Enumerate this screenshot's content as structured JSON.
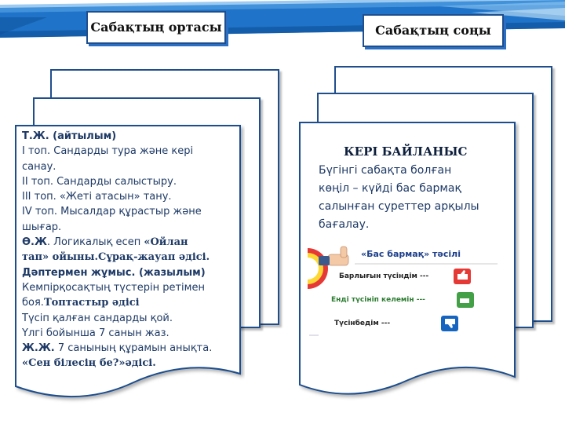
{
  "header": {
    "left_tab": "Сабақтың ортасы",
    "right_tab": "Сабақтың соңы"
  },
  "left_card": {
    "lines": [
      {
        "parts": [
          {
            "t": "Т.Ж. (айтылым)",
            "b": true
          }
        ]
      },
      {
        "parts": [
          {
            "t": "І топ. Сандарды тура және кері"
          }
        ]
      },
      {
        "parts": [
          {
            "t": "санау."
          }
        ]
      },
      {
        "parts": [
          {
            "t": "ІІ топ. Сандарды салыстыру."
          }
        ]
      },
      {
        "parts": [
          {
            "t": "ІІІ топ. «Жеті атасын» тану."
          }
        ]
      },
      {
        "parts": [
          {
            "t": "ІV топ. Мысалдар құрастыр және"
          }
        ]
      },
      {
        "parts": [
          {
            "t": "шығар."
          }
        ]
      },
      {
        "parts": [
          {
            "t": "Ө.Ж",
            "b": true
          },
          {
            "t": ". Логикалық есеп "
          },
          {
            "t": "«Ойлан",
            "b": true,
            "serif": true
          }
        ]
      },
      {
        "parts": [
          {
            "t": "тап» ойыны.Сұрақ-жауап әдісі.",
            "b": true,
            "serif": true
          }
        ]
      },
      {
        "parts": [
          {
            "t": "Дәптермен жұмыс. (жазылым)",
            "b": true
          }
        ]
      },
      {
        "parts": [
          {
            "t": "Кемпірқосақтың түстерін ретімен"
          }
        ]
      },
      {
        "parts": [
          {
            "t": "боя."
          },
          {
            "t": "Топтастыр әдісі",
            "b": true,
            "serif": true
          }
        ]
      },
      {
        "parts": [
          {
            "t": "Түсіп қалған сандарды қой."
          }
        ]
      },
      {
        "parts": [
          {
            "t": "Үлгі бойынша 7 санын жаз."
          }
        ]
      },
      {
        "parts": [
          {
            "t": "Ж.Ж.",
            "b": true
          },
          {
            "t": " 7 санының құрамын анықта."
          }
        ]
      },
      {
        "parts": [
          {
            "t": "«Сен білесің бе?»әдісі.",
            "b": true,
            "serif": true
          }
        ]
      }
    ]
  },
  "right_card": {
    "title": "КЕРІ БАЙЛАНЫС",
    "body_lines": [
      "Бүгінгі сабақта болған",
      "көңіл – күйді  бас бармақ",
      "салынған суреттер  арқылы",
      "бағалау."
    ],
    "panel": {
      "heading": "«Бас бармақ» тәсілі",
      "rows": [
        {
          "label": "Барлығын түсіндім ---"
        },
        {
          "label": "Енді түсініп келемін ---"
        },
        {
          "label": "Түсінбедім ---"
        }
      ]
    }
  },
  "colors": {
    "band": "#1f73c8",
    "border": "#1f4e8c",
    "text": "#1e3a66",
    "icon_good": "#e53935",
    "icon_mid": "#43a047",
    "icon_bad": "#1565c0",
    "heading_text": "#1d3f8a"
  }
}
